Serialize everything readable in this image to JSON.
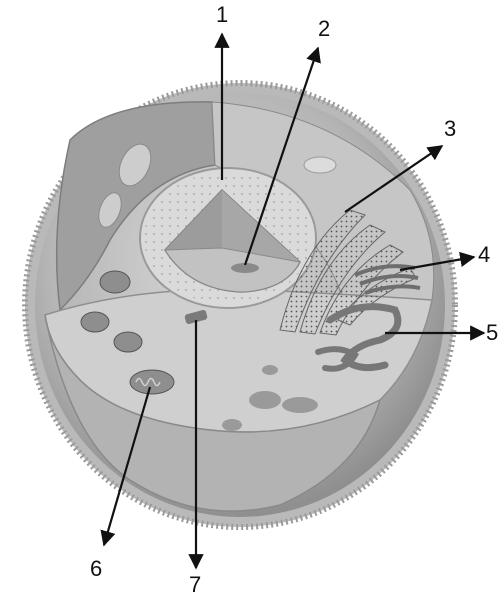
{
  "labels": {
    "l1": "1",
    "l2": "2",
    "l3": "3",
    "l4": "4",
    "l5": "5",
    "l6": "6",
    "l7": "7"
  },
  "colors": {
    "membrane": "#a9a9a9",
    "cytoplasm": "#c9c9c9",
    "nucleus": "#d9d9d9",
    "organelle": "#8e8e8e",
    "arrow": "#111111"
  }
}
